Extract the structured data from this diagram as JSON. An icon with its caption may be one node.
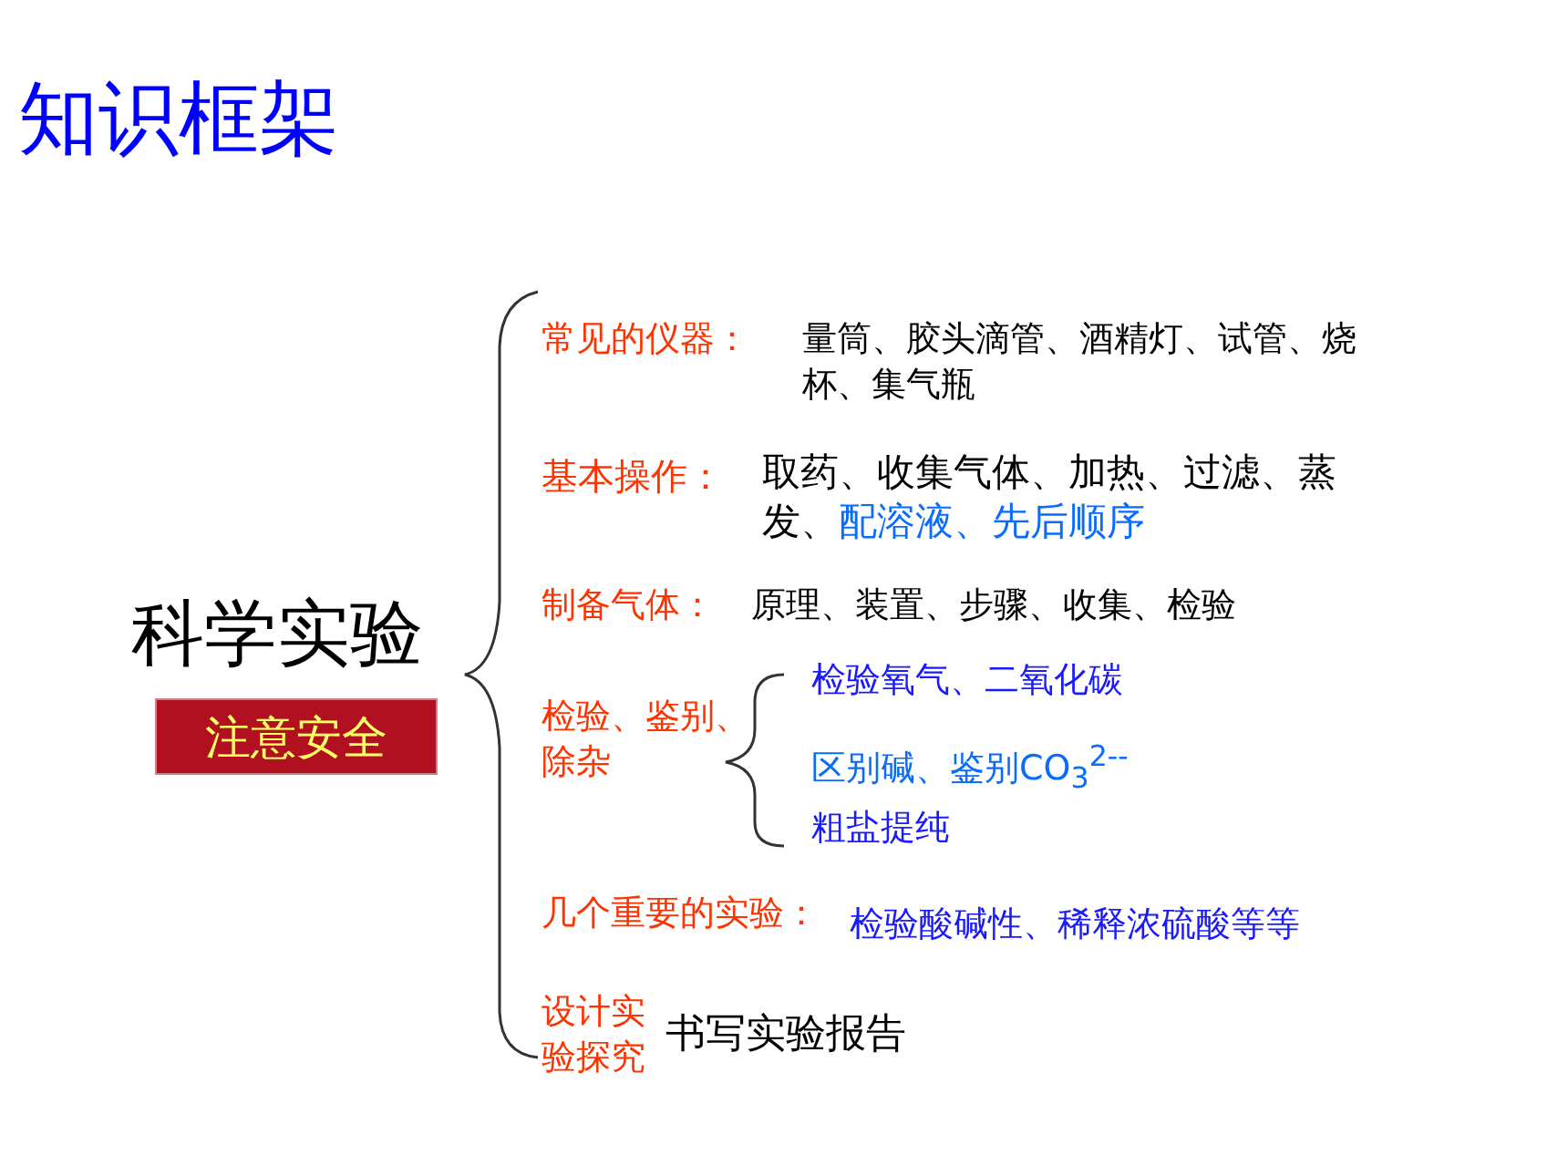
{
  "diagram": {
    "title": "知识框架",
    "nodes": [
      {
        "text": [
          "注意安全"
        ]
      }
    ],
    "labels": [
      "科学实验",
      "常见的仪器：",
      "量筒、胶头滴管、酒精灯、试管、烧杯、集气瓶",
      "基本操作：",
      "取药、收集气体、加热、过滤、蒸发、",
      "配溶液、先后顺序",
      "制备气体：",
      "原理、装置、步骤、收集、检验",
      "检验、鉴别、除杂",
      "检验氧气、二氧化碳",
      "区别碱、鉴别CO$_{3}$$^{2--}$",
      "粗盐提纯",
      "几个重要的实验：",
      "检验酸碱性、稀释浓硫酸等等",
      "设计实验探究",
      "书写实验报告"
    ]
  }
}
